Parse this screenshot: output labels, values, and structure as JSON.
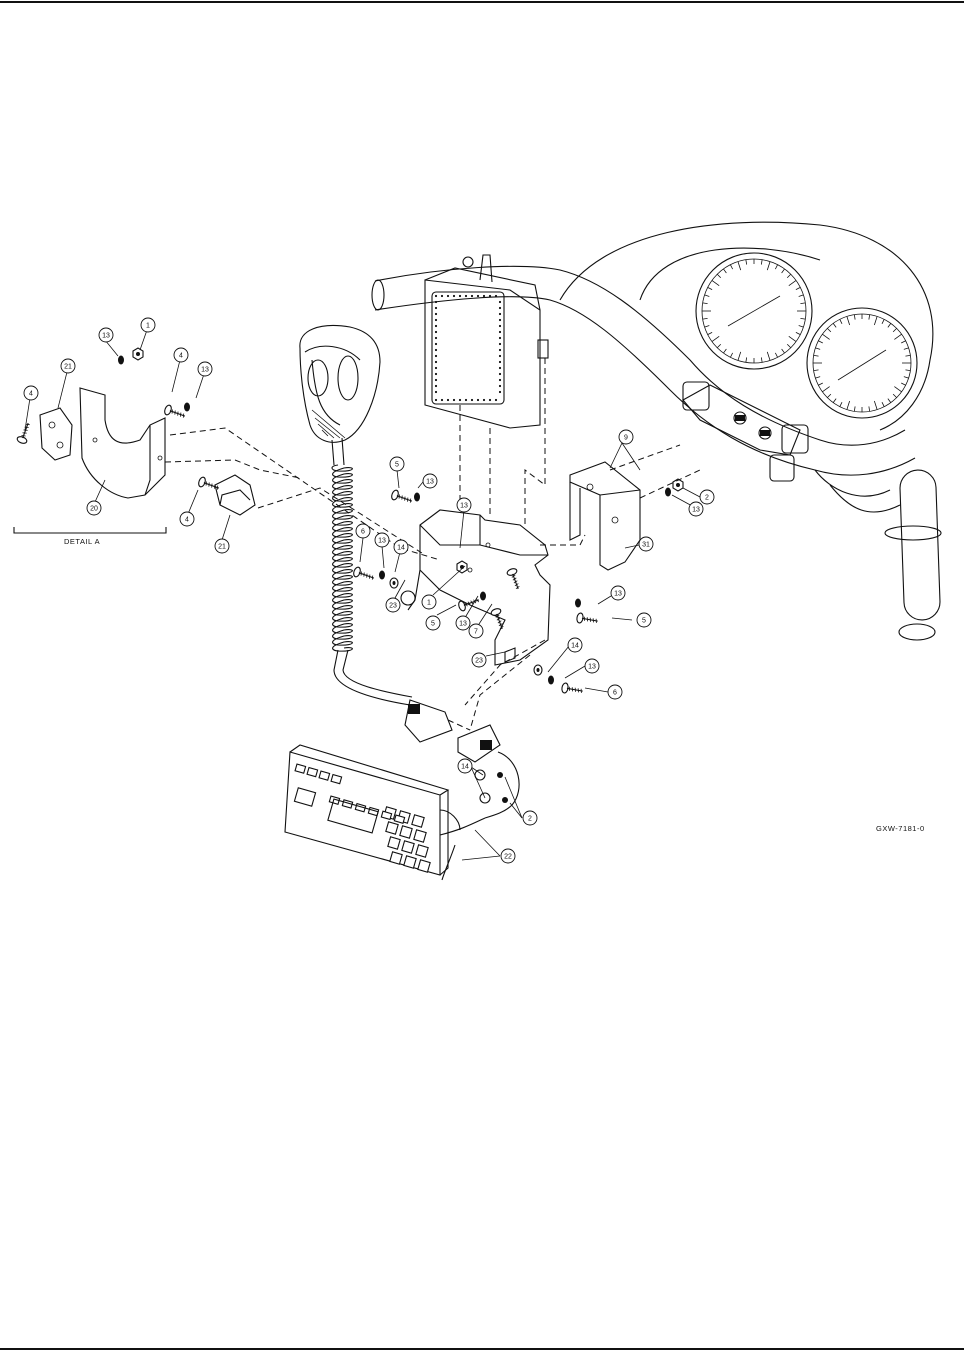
{
  "detail_label": "DETAIL A",
  "drawing_number": "GXW-7181-0",
  "callouts": [
    {
      "id": "c1",
      "text": "1"
    },
    {
      "id": "c2",
      "text": "13"
    },
    {
      "id": "c3",
      "text": "21"
    },
    {
      "id": "c4",
      "text": "4"
    },
    {
      "id": "c5",
      "text": "4"
    },
    {
      "id": "c6",
      "text": "13"
    },
    {
      "id": "c7",
      "text": "20"
    },
    {
      "id": "c8",
      "text": "4"
    },
    {
      "id": "c9",
      "text": "21"
    },
    {
      "id": "c10",
      "text": "5"
    },
    {
      "id": "c11",
      "text": "13"
    },
    {
      "id": "c12",
      "text": "13"
    },
    {
      "id": "c13",
      "text": "6"
    },
    {
      "id": "c14",
      "text": "13"
    },
    {
      "id": "c15",
      "text": "14"
    },
    {
      "id": "c16",
      "text": "1"
    },
    {
      "id": "c17",
      "text": "23"
    },
    {
      "id": "c18",
      "text": "5"
    },
    {
      "id": "c19",
      "text": "13"
    },
    {
      "id": "c20",
      "text": "7"
    },
    {
      "id": "c21",
      "text": "23"
    },
    {
      "id": "c22",
      "text": "9"
    },
    {
      "id": "c23",
      "text": "2"
    },
    {
      "id": "c24",
      "text": "13"
    },
    {
      "id": "c25",
      "text": "31"
    },
    {
      "id": "c26",
      "text": "13"
    },
    {
      "id": "c27",
      "text": "5"
    },
    {
      "id": "c28",
      "text": "14"
    },
    {
      "id": "c29",
      "text": "13"
    },
    {
      "id": "c30",
      "text": "6"
    },
    {
      "id": "c31",
      "text": "14"
    },
    {
      "id": "c32",
      "text": "2"
    },
    {
      "id": "c33",
      "text": "22"
    }
  ]
}
